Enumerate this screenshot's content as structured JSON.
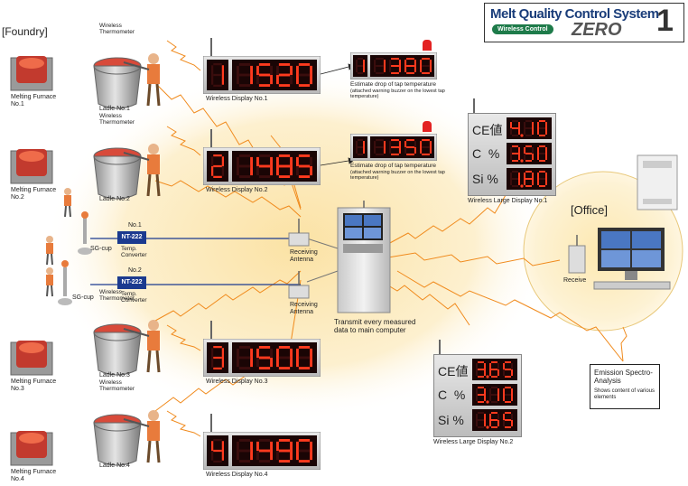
{
  "logo": {
    "title": "Melt Quality Control System",
    "badge": "Wireless Control",
    "product": "ZERO",
    "product_number": "1"
  },
  "section_foundry": "[Foundry]",
  "section_office": "[Office]",
  "furnaces": [
    {
      "label": "Melting Furnace No.1"
    },
    {
      "label": "Melting Furnace No.2"
    },
    {
      "label": "Melting Furnace No.3"
    },
    {
      "label": "Melting Furnace No.4"
    }
  ],
  "ladles": [
    {
      "label": "Ladle No.1",
      "thermo": "Wireless Thermometer"
    },
    {
      "label": "Ladle No.2",
      "thermo": "Wireless Thermometer"
    },
    {
      "label": "Ladle No.3",
      "thermo": "Wireless Thermometer"
    },
    {
      "label": "Ladle No.4",
      "thermo": "Wireless Thermometer"
    }
  ],
  "wireless_displays": [
    {
      "label": "Wireless Display  No.1",
      "index": "1",
      "value": "1520"
    },
    {
      "label": "Wireless Display  No.2",
      "index": "2",
      "value": "1485"
    },
    {
      "label": "Wireless Display  No.3",
      "index": "3",
      "value": "1500"
    },
    {
      "label": "Wireless Display  No.4",
      "index": "4",
      "value": "1490"
    }
  ],
  "estimate_displays": [
    {
      "index": "1",
      "value": "1380",
      "title": "Estimate drop of tap temperature",
      "sub": "(attached warning buzzer on the lowest tap temperature)"
    },
    {
      "index": "1",
      "value": "1350",
      "title": "Estimate drop of tap temperature",
      "sub": "(attached warning buzzer on the lowest tap temperature)"
    }
  ],
  "large_displays": [
    {
      "label": "Wireless Large Display No.1",
      "rows": [
        {
          "name": "CE値",
          "value": "4.10"
        },
        {
          "name": "C  %",
          "value": "3.50"
        },
        {
          "name": "Si %",
          "value": "1.80"
        }
      ]
    },
    {
      "label": "Wireless Large Display No.2",
      "rows": [
        {
          "name": "CE値",
          "value": "3.65"
        },
        {
          "name": "C  %",
          "value": "3.10"
        },
        {
          "name": "Si %",
          "value": "1.65"
        }
      ]
    }
  ],
  "converters": [
    {
      "no": "No.1",
      "model": "NT-222",
      "label": "Temp. Converter"
    },
    {
      "no": "No.2",
      "model": "NT-222",
      "label": "Temp. Converter"
    }
  ],
  "sg_cup": "SG-cup",
  "antennas": [
    {
      "label": "Receiving Antenna"
    },
    {
      "label": "Receiving Antenna"
    }
  ],
  "main_computer_caption": "Transmit every measured data to main computer",
  "office_receive": "Receive",
  "spectro": {
    "title": "Emission Spectro-Analysis",
    "sub": "Shows content of various elements"
  }
}
